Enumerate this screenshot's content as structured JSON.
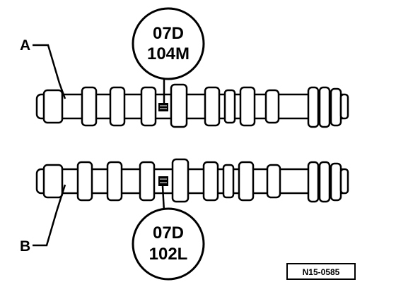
{
  "labels": {
    "a": "A",
    "b": "B"
  },
  "callout_top": {
    "line1": "07D",
    "line2": "104M"
  },
  "callout_bottom": {
    "line1": "07D",
    "line2": "102L"
  },
  "figure_ref": "N15-0585"
}
